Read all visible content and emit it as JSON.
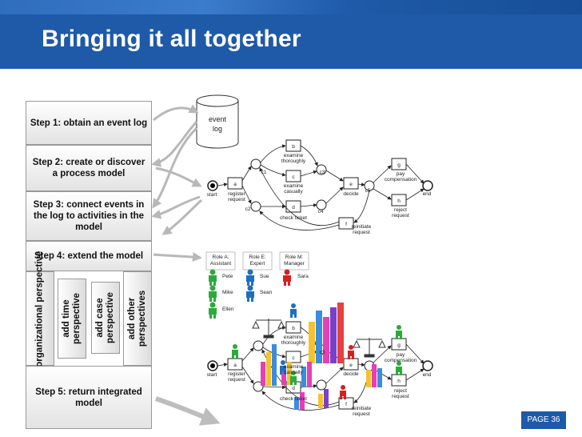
{
  "header": {
    "title": "Bringing it all together"
  },
  "steps": {
    "s1": "Step 1: obtain an event log",
    "s2": "Step 2: create or discover a process model",
    "s3": "Step 3: connect events in the log to activities in the model",
    "s4": "Step 4: extend the model",
    "p1": "add organizational perspective",
    "p2": "add time perspective",
    "p3": "add case perspective",
    "p4": "add other perspectives",
    "s5": "Step 5: return integrated model"
  },
  "log": {
    "label1": "event",
    "label2": "log"
  },
  "model": {
    "start": "start",
    "end": "end",
    "a": "a",
    "a_l1": "register",
    "a_l2": "request",
    "b": "b",
    "b_l1": "examine",
    "b_l2": "thoroughly",
    "c": "c",
    "c_l1": "examine",
    "c_l2": "casually",
    "d": "d",
    "d_l1": "check ticket",
    "e": "e",
    "e_l1": "decide",
    "f": "f",
    "f_l1": "reinitiate",
    "f_l2": "request",
    "g": "g",
    "g_l1": "pay",
    "g_l2": "compensation",
    "h": "h",
    "h_l1": "reject",
    "h_l2": "request",
    "c1": "c1",
    "c2": "c2",
    "c3": "c3",
    "c4": "c4",
    "c5": "c5"
  },
  "roles": [
    {
      "title1": "Role A:",
      "title2": "Assistant",
      "people": [
        "Pete",
        "Mike",
        "Ellen"
      ],
      "color": "#2eaa3c"
    },
    {
      "title1": "Role E:",
      "title2": "Expert",
      "people": [
        "Sue",
        "Sean"
      ],
      "color": "#1f6fbf"
    },
    {
      "title1": "Role M:",
      "title2": "Manager",
      "people": [
        "Sara"
      ],
      "color": "#d62020"
    }
  ],
  "page": {
    "number": "PAGE 36"
  },
  "colors": {
    "brand": "#1e5aa8",
    "arrow": "#b8b8b8"
  }
}
